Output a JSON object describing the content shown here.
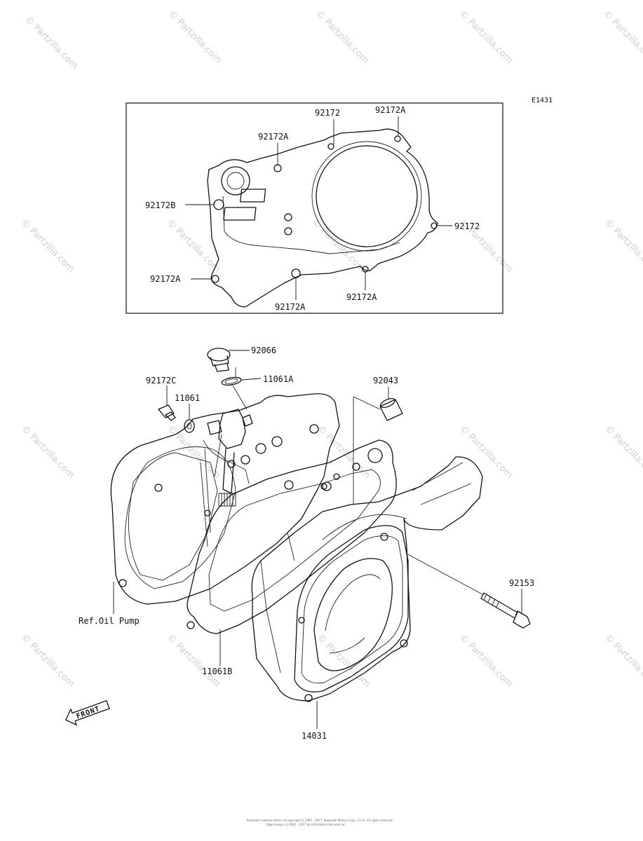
{
  "diagram_code": "E1431",
  "callouts_top": {
    "c1": "92172",
    "c2": "92172A",
    "c3": "92172A",
    "c4": "92172B",
    "c5": "92172",
    "c6": "92172A",
    "c7": "92172A",
    "c8": "92172A"
  },
  "callouts_main": {
    "c1": "92066",
    "c2": "11061A",
    "c3": "92172C",
    "c4": "11061",
    "c5": "92043",
    "c6": "92153",
    "c7": "Ref.Oil Pump",
    "c8": "11061B",
    "c9": "14031"
  },
  "front_marker": "FRONT",
  "watermark": "© Partzilla.com",
  "copyright_line1": "Kawasaki material within all copyright © 1995 - 2017, Kawasaki Motors Corp., U.S.A. All rights reserved.",
  "copyright_line2": "Page design (c) 2002 - 2017 by Information Services Inc."
}
